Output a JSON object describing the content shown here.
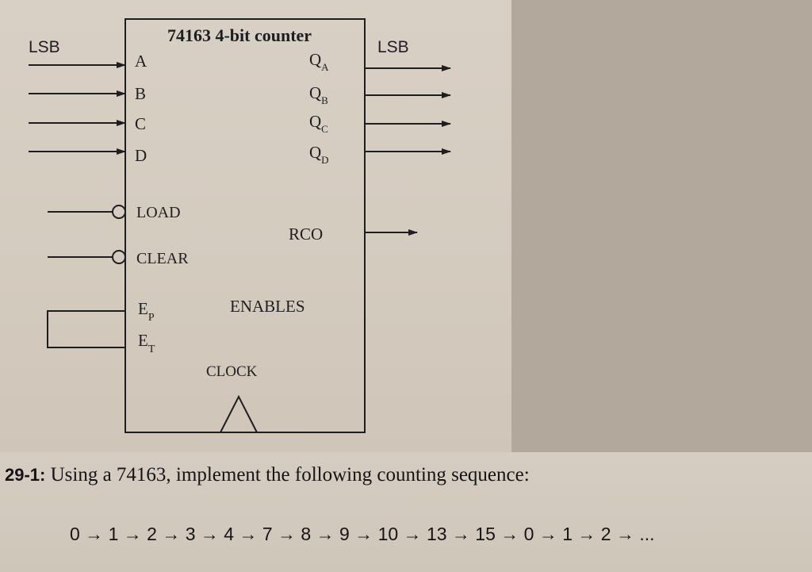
{
  "diagram": {
    "title": "74163 4-bit counter",
    "lsb_left": "LSB",
    "lsb_right": "LSB",
    "inputs": [
      "A",
      "B",
      "C",
      "D"
    ],
    "outputs": [
      {
        "base": "Q",
        "sub": "A"
      },
      {
        "base": "Q",
        "sub": "B"
      },
      {
        "base": "Q",
        "sub": "C"
      },
      {
        "base": "Q",
        "sub": "D"
      }
    ],
    "load": "LOAD",
    "clear": "CLEAR",
    "rco": "RCO",
    "enable_p": {
      "base": "E",
      "sub": "P"
    },
    "enable_t": {
      "base": "E",
      "sub": "T"
    },
    "enables": "ENABLES",
    "clock": "CLOCK"
  },
  "problem": {
    "number": "29-1:",
    "text": " Using a 74163, implement the following counting sequence:",
    "sequence": "0 → 1 → 2 → 3 → 4 → 7 → 8 → 9 → 10 → 13 → 15 → 0 → 1 → 2 → ..."
  },
  "colors": {
    "ink": "#1e1e22",
    "paper": "#d9d0c5",
    "background": "#b3a89c"
  }
}
